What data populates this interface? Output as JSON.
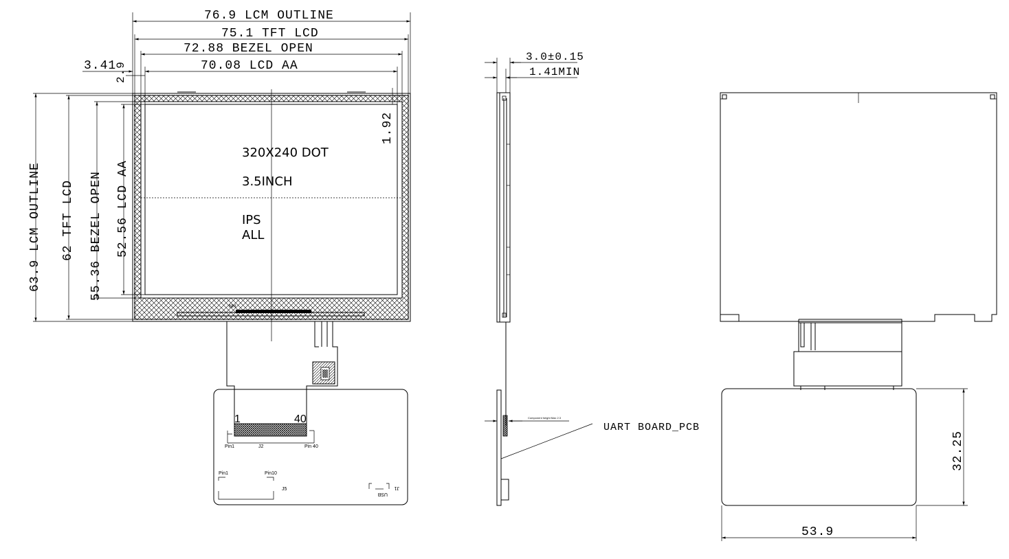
{
  "front_view": {
    "dimensions": {
      "lcm_outline_width": "76.9 LCM OUTLINE",
      "tft_lcd_width": "75.1 TFT LCD",
      "bezel_open_width": "72.88 BEZEL OPEN",
      "lcd_aa_width": "70.08 LCD AA",
      "left_offset": "3.41",
      "left_offset_2": "2.9",
      "right_offset": "1.92",
      "lcm_outline_height": "63.9 LCM OUTLINE",
      "tft_lcd_height": "62 TFT LCD",
      "bezel_open_height": "55.36 BEZEL OPEN",
      "lcd_aa_height": "52.56 LCD AA"
    },
    "labels": {
      "resolution": "320X240 DOT",
      "size": "3.5INCH",
      "panel_type": "IPS",
      "view": "ALL"
    },
    "pcb": {
      "pin_first": "1",
      "pin_last": "40",
      "pin1_label": "Pin1",
      "j2_label": "J2",
      "pin40_label": "Pin 40",
      "pin1b_label": "Pin1",
      "pin10_label": "Pin10",
      "j5_label": "J5",
      "usb_label": "USB",
      "j1_label": "J1"
    }
  },
  "side_view": {
    "thickness": "3.0±0.15",
    "min_gap": "1.41MIN",
    "component_note": "Component height Max 2.3",
    "pcb_callout": "UART BOARD_PCB"
  },
  "back_view": {
    "pcb_height": "32.25",
    "pcb_width": "53.9"
  }
}
